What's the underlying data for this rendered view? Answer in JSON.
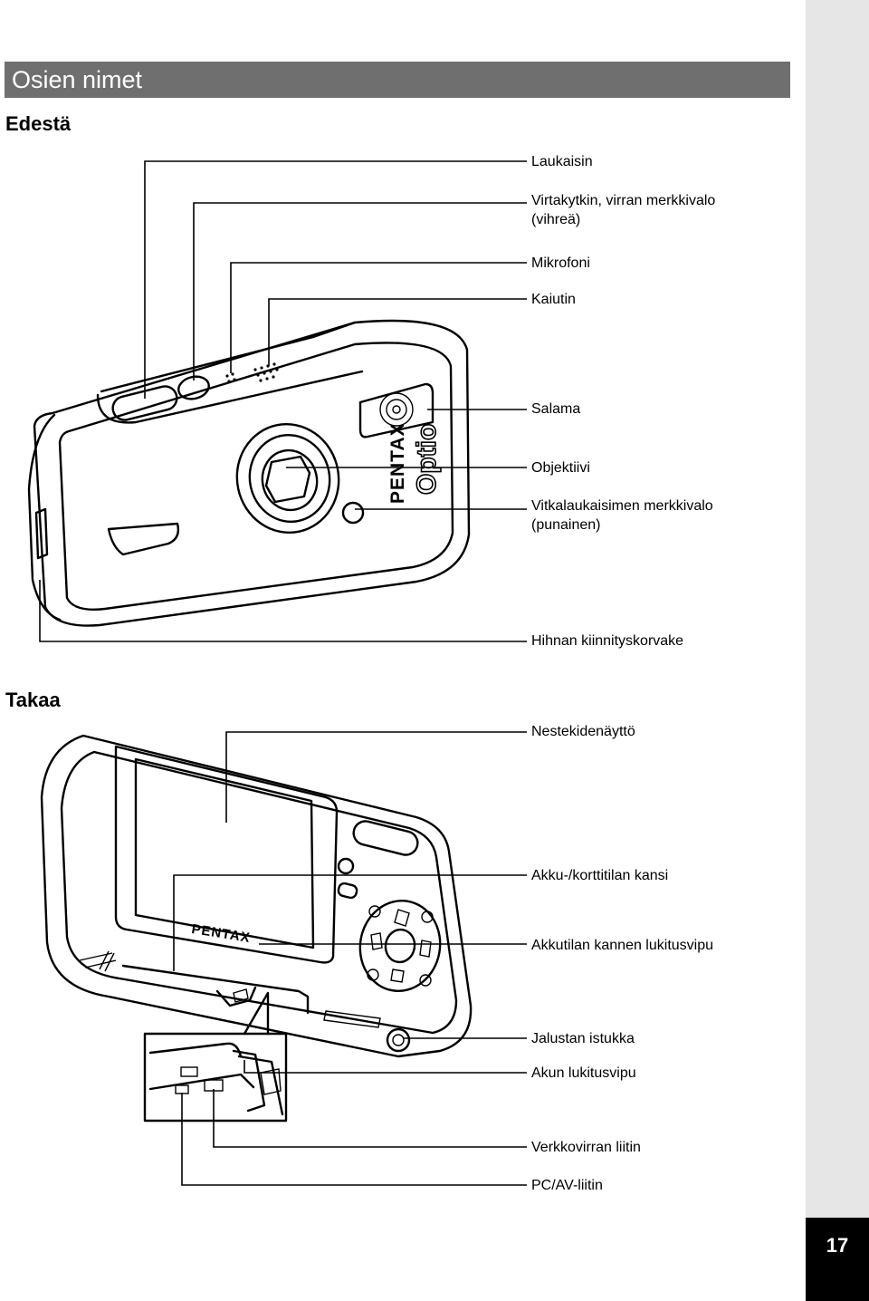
{
  "header": {
    "title": "Osien nimet"
  },
  "sections": {
    "front": "Edestä",
    "back": "Takaa"
  },
  "front_labels": [
    {
      "id": "shutter",
      "lines": [
        "Laukaisin"
      ]
    },
    {
      "id": "power",
      "lines": [
        "Virtakytkin, virran merkkivalo",
        "(vihreä)"
      ]
    },
    {
      "id": "mic",
      "lines": [
        "Mikrofoni"
      ]
    },
    {
      "id": "speaker",
      "lines": [
        "Kaiutin"
      ]
    },
    {
      "id": "flash",
      "lines": [
        "Salama"
      ]
    },
    {
      "id": "lens",
      "lines": [
        "Objektiivi"
      ]
    },
    {
      "id": "selftimer",
      "lines": [
        "Vitkalaukaisimen merkkivalo",
        "(punainen)"
      ]
    },
    {
      "id": "strap",
      "lines": [
        "Hihnan kiinnityskorvake"
      ]
    }
  ],
  "back_labels": [
    {
      "id": "lcd",
      "lines": [
        "Nestekidenäyttö"
      ]
    },
    {
      "id": "cover",
      "lines": [
        "Akku-/korttitilan kansi"
      ]
    },
    {
      "id": "lock",
      "lines": [
        "Akkutilan kannen lukitusvipu"
      ]
    },
    {
      "id": "tripod",
      "lines": [
        "Jalustan istukka"
      ]
    },
    {
      "id": "batlock",
      "lines": [
        "Akun lukitusvipu"
      ]
    },
    {
      "id": "acin",
      "lines": [
        "Verkkovirran liitin"
      ]
    },
    {
      "id": "pcav",
      "lines": [
        "PC/AV-liitin"
      ]
    }
  ],
  "camera_branding": {
    "brand": "PENTAX",
    "model": "Optio"
  },
  "footer": {
    "page_number": "17"
  }
}
